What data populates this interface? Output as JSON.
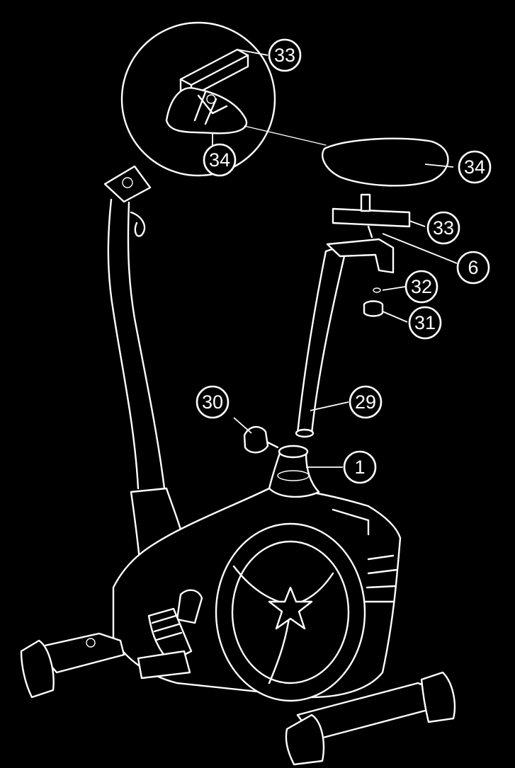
{
  "diagram": {
    "background": "#000000",
    "line_color": "#ffffff",
    "callouts": [
      {
        "id": "callout-33-detail",
        "number": "33"
      },
      {
        "id": "callout-34-detail",
        "number": "34"
      },
      {
        "id": "callout-34-seat",
        "number": "34"
      },
      {
        "id": "callout-33-rail",
        "number": "33"
      },
      {
        "id": "callout-6",
        "number": "6"
      },
      {
        "id": "callout-32",
        "number": "32"
      },
      {
        "id": "callout-31",
        "number": "31"
      },
      {
        "id": "callout-29",
        "number": "29"
      },
      {
        "id": "callout-30",
        "number": "30"
      },
      {
        "id": "callout-1",
        "number": "1"
      }
    ]
  }
}
